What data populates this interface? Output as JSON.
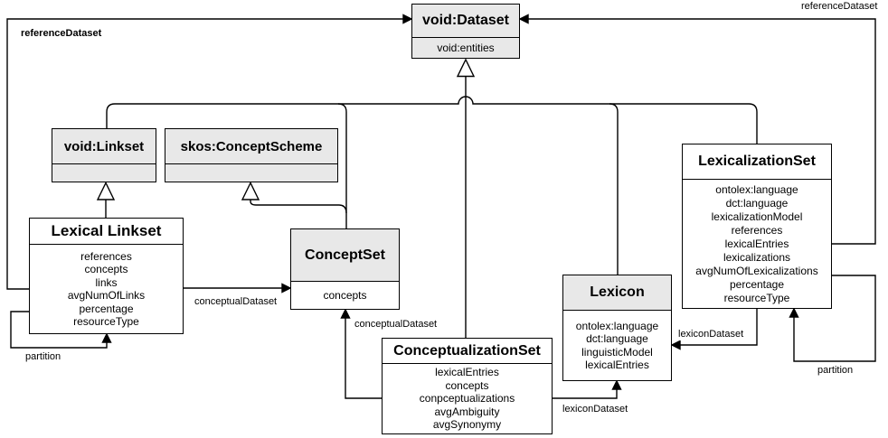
{
  "canvas": {
    "background": "#ffffff",
    "stroke_color": "#000000",
    "header_fill": "#e8e8e8"
  },
  "classes": {
    "void_dataset": {
      "title": "void:Dataset",
      "attributes": [
        "void:entities"
      ]
    },
    "void_linkset": {
      "title": "void:Linkset",
      "attributes": []
    },
    "skos_concept_scheme": {
      "title": "skos:ConceptScheme",
      "attributes": []
    },
    "lexical_linkset": {
      "title": "Lexical Linkset",
      "attributes": [
        "references",
        "concepts",
        "links",
        "avgNumOfLinks",
        "percentage",
        "resourceType"
      ]
    },
    "concept_set": {
      "title": "ConceptSet",
      "attributes": [
        "concepts"
      ]
    },
    "conceptualization_set": {
      "title": "ConceptualizationSet",
      "attributes": [
        "lexicalEntries",
        "concepts",
        "conpceptualizations",
        "avgAmbiguity",
        "avgSynonymy"
      ]
    },
    "lexicon": {
      "title": "Lexicon",
      "attributes": [
        "ontolex:language",
        "dct:language",
        "linguisticModel",
        "lexicalEntries"
      ]
    },
    "lexicalization_set": {
      "title": "LexicalizationSet",
      "attributes": [
        "ontolex:language",
        "dct:language",
        "lexicalizationModel",
        "references",
        "lexicalEntries",
        "lexicalizations",
        "avgNumOfLexicalizations",
        "percentage",
        "resourceType"
      ]
    }
  },
  "edge_labels": {
    "reference_dataset_left": "referenceDataset",
    "reference_dataset_right": "referenceDataset",
    "conceptual_dataset_left": "conceptualDataset",
    "conceptual_dataset_bottom": "conceptualDataset",
    "lexicon_dataset_right": "lexiconDataset",
    "lexicon_dataset_bottom": "lexiconDataset",
    "partition_left": "partition",
    "partition_right": "partition"
  }
}
